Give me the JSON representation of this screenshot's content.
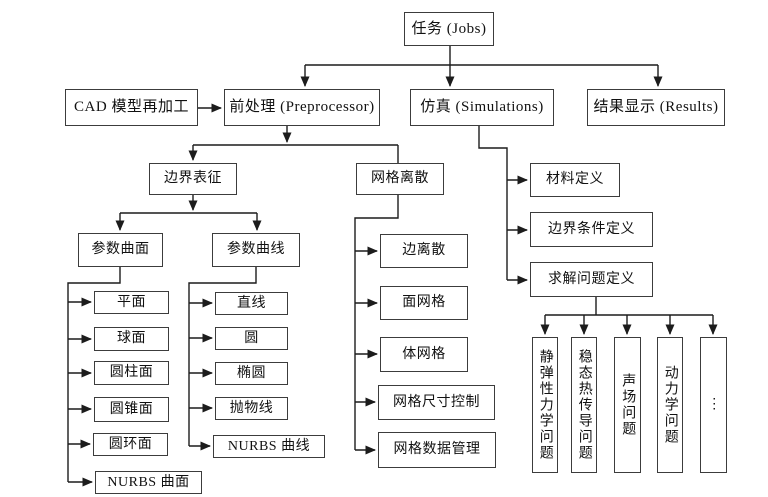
{
  "diagram": {
    "background": "#ffffff",
    "line_color": "#1c1c1c",
    "box_border_color": "#3c3c3c",
    "nodes": {
      "jobs": "任务 (Jobs)",
      "cad": "CAD 模型再加工",
      "preprocessor": "前处理 (Preprocessor)",
      "simulations": "仿真 (Simulations)",
      "results": "结果显示 (Results)",
      "boundary_rep": "边界表征",
      "mesh_disc": "网格离散",
      "material_def": "材料定义",
      "boundary_cond_def": "边界条件定义",
      "solve_problem_def": "求解问题定义",
      "param_surface": "参数曲面",
      "param_curve": "参数曲线",
      "plane": "平面",
      "sphere": "球面",
      "cylinder": "圆柱面",
      "cone": "圆锥面",
      "torus": "圆环面",
      "nurbs_surface": "NURBS 曲面",
      "line": "直线",
      "circle": "圆",
      "ellipse": "椭圆",
      "parabola": "抛物线",
      "nurbs_curve": "NURBS 曲线",
      "edge_disc": "边离散",
      "surface_mesh": "面网格",
      "volume_mesh": "体网格",
      "mesh_size_ctrl": "网格尺寸控制",
      "mesh_data_mgmt": "网格数据管理",
      "prob_static_elastic": "静弹性力学问题",
      "prob_steady_heat": "稳态热传导问题",
      "prob_acoustic": "声场问题",
      "prob_dynamics": "动力学问题",
      "prob_more": "⋮"
    },
    "edges": [
      "jobs>preprocessor",
      "jobs>simulations",
      "jobs>results",
      "cad>preprocessor",
      "preprocessor>boundary_rep",
      "preprocessor>mesh_disc",
      "boundary_rep>param_surface",
      "boundary_rep>param_curve",
      "param_surface>plane",
      "param_surface>sphere",
      "param_surface>cylinder",
      "param_surface>cone",
      "param_surface>torus",
      "param_surface>nurbs_surface",
      "param_curve>line",
      "param_curve>circle",
      "param_curve>ellipse",
      "param_curve>parabola",
      "param_curve>nurbs_curve",
      "mesh_disc>edge_disc",
      "mesh_disc>surface_mesh",
      "mesh_disc>volume_mesh",
      "mesh_disc>mesh_size_ctrl",
      "mesh_disc>mesh_data_mgmt",
      "simulations>material_def",
      "simulations>boundary_cond_def",
      "simulations>solve_problem_def",
      "solve_problem_def>prob_static_elastic",
      "solve_problem_def>prob_steady_heat",
      "solve_problem_def>prob_acoustic",
      "solve_problem_def>prob_dynamics",
      "solve_problem_def>prob_more"
    ]
  }
}
